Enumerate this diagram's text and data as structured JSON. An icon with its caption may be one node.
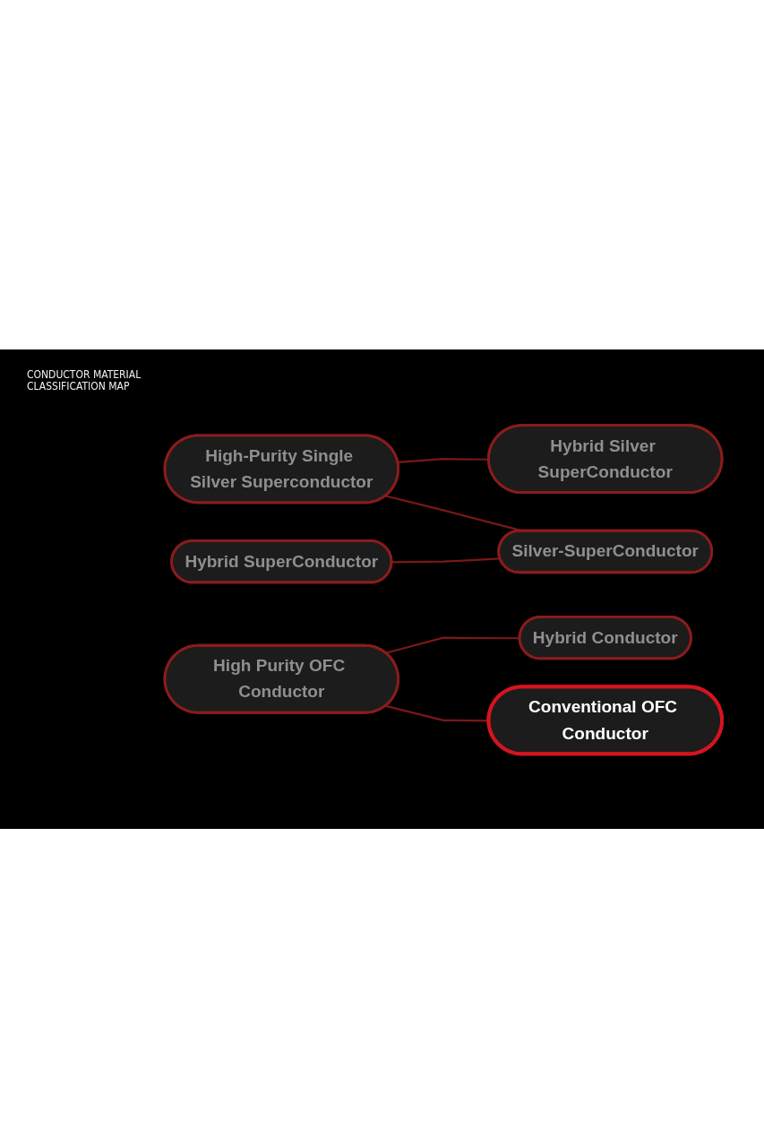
{
  "diagram": {
    "title": "CONDUCTOR MATERIAL CLASSIFICATION MAP",
    "nodes": [
      {
        "text": [
          "Hybrid Silver SuperConductor"
        ]
      },
      {
        "text": [
          "High-Purity Single Silver Superconductor"
        ]
      },
      {
        "text": [
          "Silver-SuperConductor"
        ]
      },
      {
        "text": [
          "Hybrid SuperConductor"
        ]
      },
      {
        "text": [
          "Hybrid Conductor"
        ]
      },
      {
        "text": [
          "High Purity OFC Conductor"
        ]
      },
      {
        "text": [
          "Conventional OFC Conductor"
        ]
      }
    ],
    "edges": [
      {
        "from": 1,
        "to": 0,
        "arrow": "none"
      },
      {
        "from": 1,
        "to": 2,
        "arrow": "none"
      },
      {
        "from": 3,
        "to": 2,
        "arrow": "none"
      },
      {
        "from": 5,
        "to": 4,
        "arrow": "none"
      },
      {
        "from": 5,
        "to": 6,
        "arrow": "none"
      }
    ]
  }
}
